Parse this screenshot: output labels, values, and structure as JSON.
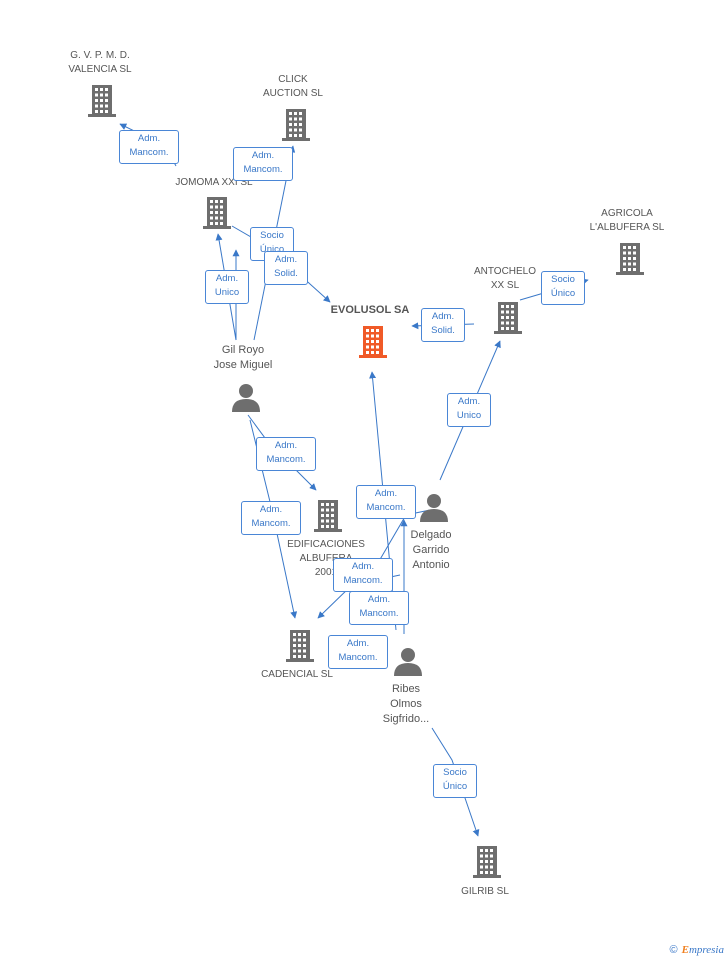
{
  "colors": {
    "edge": "#3a78c8",
    "company": "#6e6e6e",
    "focus": "#f05a28",
    "person": "#6e6e6e"
  },
  "nodes": {
    "gvpmd": {
      "label": "G. V. P. M. D.\nVALENCIA SL",
      "type": "company"
    },
    "click": {
      "label": "CLICK\nAUCTION SL",
      "type": "company"
    },
    "jomoma": {
      "label": "JOMOMA XXI SL",
      "type": "company"
    },
    "agricola": {
      "label": "AGRICOLA\nL'ALBUFERA SL",
      "type": "company"
    },
    "antochelo": {
      "label": "ANTOCHELO\nXX SL",
      "type": "company"
    },
    "evolusol": {
      "label": "EVOLUSOL SA",
      "type": "focus"
    },
    "gilroyo": {
      "label": "Gil Royo\nJose Miguel",
      "type": "person"
    },
    "edificaciones": {
      "label": "EDIFICACIONES\nALBUFERA\n2001",
      "type": "company"
    },
    "delgado": {
      "label": "Delgado\nGarrido\nAntonio",
      "type": "person"
    },
    "cadencial": {
      "label": "CADENCIAL SL",
      "type": "company"
    },
    "ribes": {
      "label": "Ribes\nOlmos\nSigfrido...",
      "type": "person"
    },
    "gilrib": {
      "label": "GILRIB SL",
      "type": "company"
    }
  },
  "edges": [
    {
      "label": "Adm.\nMancom."
    },
    {
      "label": "Adm.\nMancom."
    },
    {
      "label": "Socio\nÚnico"
    },
    {
      "label": "Adm.\nSolid."
    },
    {
      "label": "Adm.\nUnico"
    },
    {
      "label": "Socio\nÚnico"
    },
    {
      "label": "Adm.\nSolid."
    },
    {
      "label": "Adm.\nUnico"
    },
    {
      "label": "Adm.\nMancom."
    },
    {
      "label": "Adm.\nMancom."
    },
    {
      "label": "Adm.\nMancom."
    },
    {
      "label": "Adm.\nMancom."
    },
    {
      "label": "Adm.\nMancom."
    },
    {
      "label": "Adm.\nMancom."
    },
    {
      "label": "Socio\nÚnico"
    }
  ],
  "footer": {
    "copyright": "©",
    "brand_initial": "E",
    "brand_rest": "mpresia"
  }
}
